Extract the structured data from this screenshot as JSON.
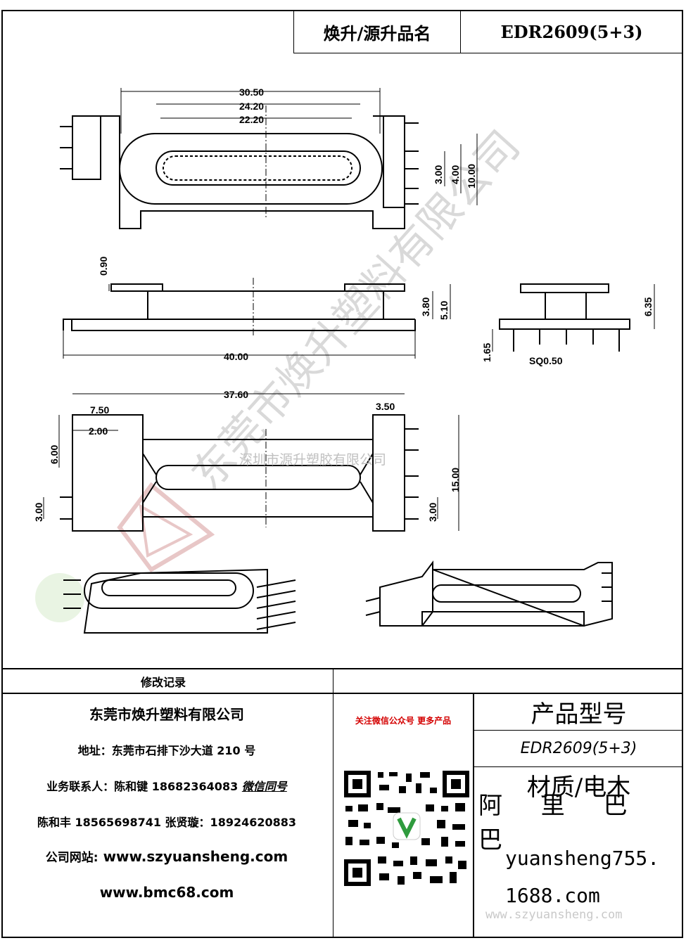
{
  "header": {
    "name_label": "焕升/源升品名",
    "part_code": "EDR2609(5+3)"
  },
  "dims": {
    "a": "30.50",
    "b": "24.20",
    "c": "22.20",
    "d": "3.00",
    "e": "4.00",
    "f": "10.00",
    "g": "3.80",
    "h": "5.10",
    "top_gap": "0.90",
    "total": "40.00",
    "right_h": "6.35",
    "pin_h": "1.65",
    "pin_sq": "SQ0.50",
    "span": "37.60",
    "left_w": "7.50",
    "right_w": "3.50",
    "inner_w": "2.00",
    "left_h": "6.00",
    "pitch_l": "3.00",
    "pitch_r": "3.00",
    "height": "15.00"
  },
  "watermarks": {
    "diagonal": "东莞市焕升塑料有限公司",
    "center": "深圳市源升塑胶有限公司",
    "site": "www.szyuansheng.com"
  },
  "revision": {
    "label": "修改记录"
  },
  "company": {
    "name": "东莞市焕升塑料有限公司",
    "address": "地址：东莞市石排下沙大道 210 号",
    "contact1_label": "业务联系人：陈和键 18682364083",
    "wechat_same": "微信同号",
    "contact2": "陈和丰  18565698741  张贤璇：18924620883",
    "site_label": "公司网站:",
    "site1": "www.szyuansheng.com",
    "site2": "www.bmc68.com"
  },
  "qr": {
    "caption": "关注微信公众号  更多产品"
  },
  "product": {
    "type_label": "产品型号",
    "type_value": "EDR2609(5+3)",
    "material": "材质/电木",
    "alibaba": "阿 里 巴 巴",
    "store1": "yuansheng755.",
    "store2": "1688.com"
  },
  "colors": {
    "red": "#d40000",
    "border": "#000000"
  }
}
